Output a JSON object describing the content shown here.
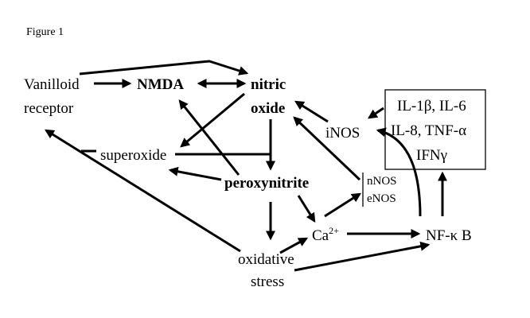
{
  "figure_label": "Figure 1",
  "nodes": {
    "vanilloid_line1": "Vanilloid",
    "vanilloid_line2": "receptor",
    "nmda": "NMDA",
    "nitric_line1": "nitric",
    "nitric_line2": "oxide",
    "superoxide": "superoxide",
    "peroxynitrite": "peroxynitrite",
    "inos": "iNOS",
    "nnos": "nNOS",
    "enos": "eNOS",
    "calcium_base": "Ca",
    "calcium_sup": "2+",
    "nfkb": "NF-κ B",
    "oxidative_line1": "oxidative",
    "oxidative_line2": "stress"
  },
  "cytokine_box": {
    "line1": "IL-1β, IL-6",
    "line2": "IL-8, TNF-α",
    "line3": "IFNγ"
  }
}
